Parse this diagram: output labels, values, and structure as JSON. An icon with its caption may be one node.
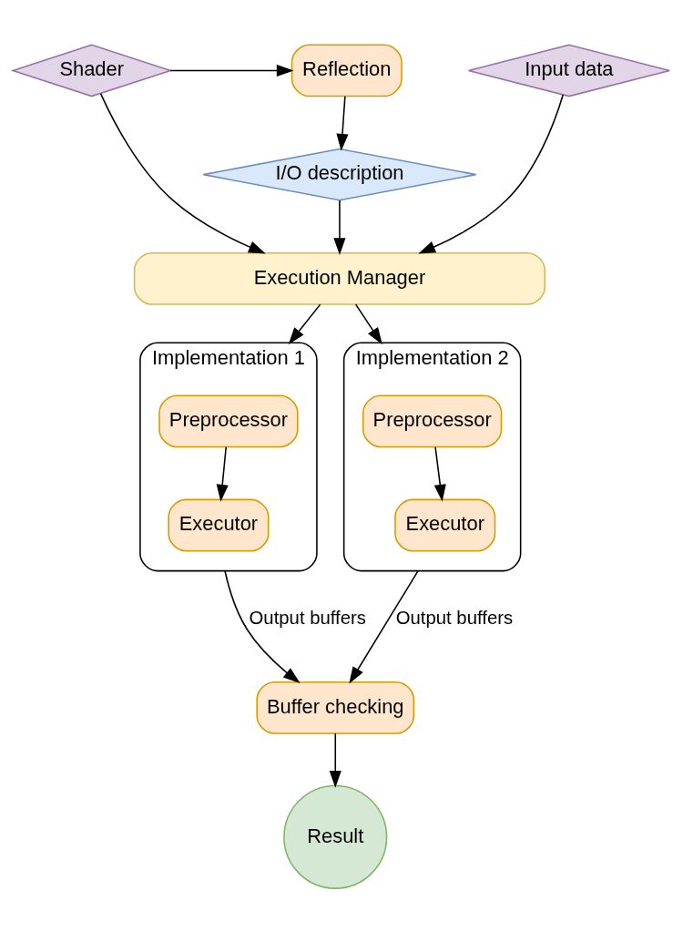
{
  "diagram": {
    "nodes": [
      {
        "text": [
          "Shader"
        ]
      },
      {
        "text": [
          "Reflection"
        ]
      },
      {
        "text": [
          "Input data"
        ]
      },
      {
        "text": [
          "I/O description"
        ]
      },
      {
        "text": [
          "Execution Manager"
        ]
      },
      {
        "text": [
          "Implementation 1"
        ]
      },
      {
        "text": [
          "Preprocessor"
        ],
        "in": 5
      },
      {
        "text": [
          "Executor"
        ],
        "in": 5
      },
      {
        "text": [
          "Implementation 2"
        ]
      },
      {
        "text": [
          "Preprocessor"
        ],
        "in": 8
      },
      {
        "text": [
          "Executor"
        ],
        "in": 8
      },
      {
        "text": [
          "Buffer checking"
        ]
      },
      {
        "text": [
          "Result"
        ]
      }
    ],
    "edges": [
      {
        "from": 0,
        "to": 1,
        "arrow": "to"
      },
      {
        "from": 1,
        "to": 3,
        "arrow": "to"
      },
      {
        "from": 0,
        "to": 4,
        "arrow": "to"
      },
      {
        "from": 3,
        "to": 4,
        "arrow": "to"
      },
      {
        "from": 2,
        "to": 4,
        "arrow": "to"
      },
      {
        "from": 4,
        "to": 5,
        "arrow": "to"
      },
      {
        "from": 4,
        "to": 8,
        "arrow": "to"
      },
      {
        "from": 6,
        "to": 7,
        "arrow": "to"
      },
      {
        "from": 9,
        "to": 10,
        "arrow": "to"
      },
      {
        "from": 5,
        "to": 11,
        "arrow": "to",
        "label": "Output buffers"
      },
      {
        "from": 8,
        "to": 11,
        "arrow": "to",
        "label": "Output buffers"
      },
      {
        "from": 11,
        "to": 12,
        "arrow": "to"
      }
    ]
  }
}
